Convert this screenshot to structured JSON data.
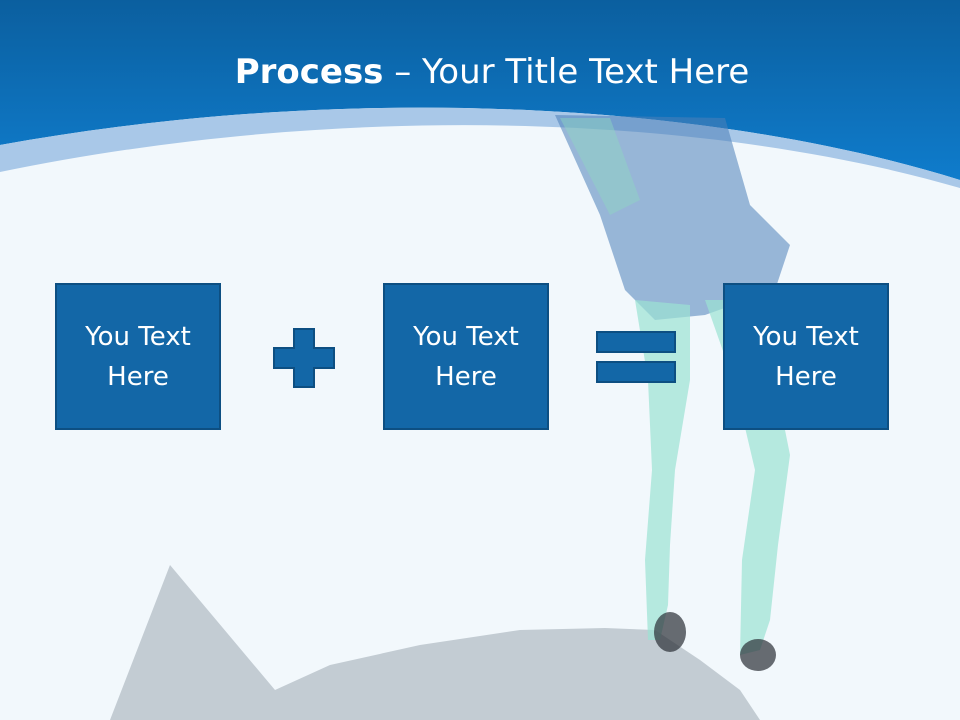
{
  "slide": {
    "title_bold": "Process",
    "title_rest": " – Your Title Text Here"
  },
  "process": {
    "boxes": [
      {
        "label": "You Text Here"
      },
      {
        "label": "You Text Here"
      },
      {
        "label": "You Text Here"
      }
    ],
    "operators": [
      "plus-icon",
      "equals-icon"
    ]
  },
  "colors": {
    "header_blue": "#0d72bb",
    "box_fill": "#1367a7",
    "box_border": "#0d4f82",
    "background": "#f2f8fc",
    "shadow": "#c3ccd3"
  }
}
